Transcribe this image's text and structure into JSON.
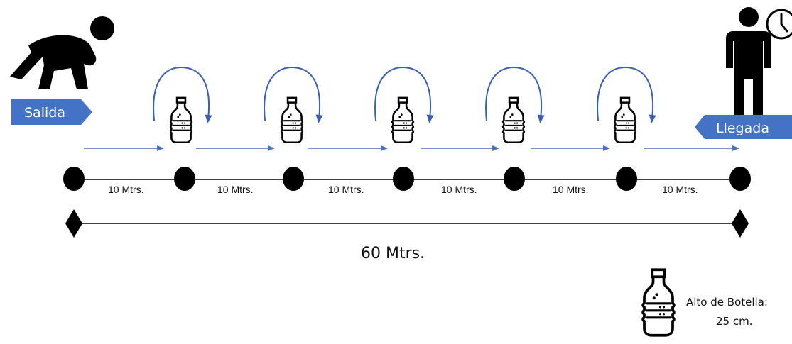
{
  "start_label": "Salida",
  "finish_label": "Llegada",
  "segment_labels": [
    "10 Mtrs.",
    "10 Mtrs.",
    "10 Mtrs.",
    "10 Mtrs.",
    "10 Mtrs.",
    "10 Mtrs."
  ],
  "total_label": "60 Mtrs.",
  "bottle_note": {
    "line1": "Alto de Botella:",
    "line2": "25 cm."
  },
  "colors": {
    "tag_fill": "#4472C4",
    "arrow": "#4472C4",
    "ink": "#000000"
  },
  "icons": [
    "runner-crouch-icon",
    "bottle-icon",
    "standing-person-icon",
    "clock-icon",
    "curved-arrow-icon",
    "diamond-marker-icon",
    "cone-dot-icon"
  ]
}
